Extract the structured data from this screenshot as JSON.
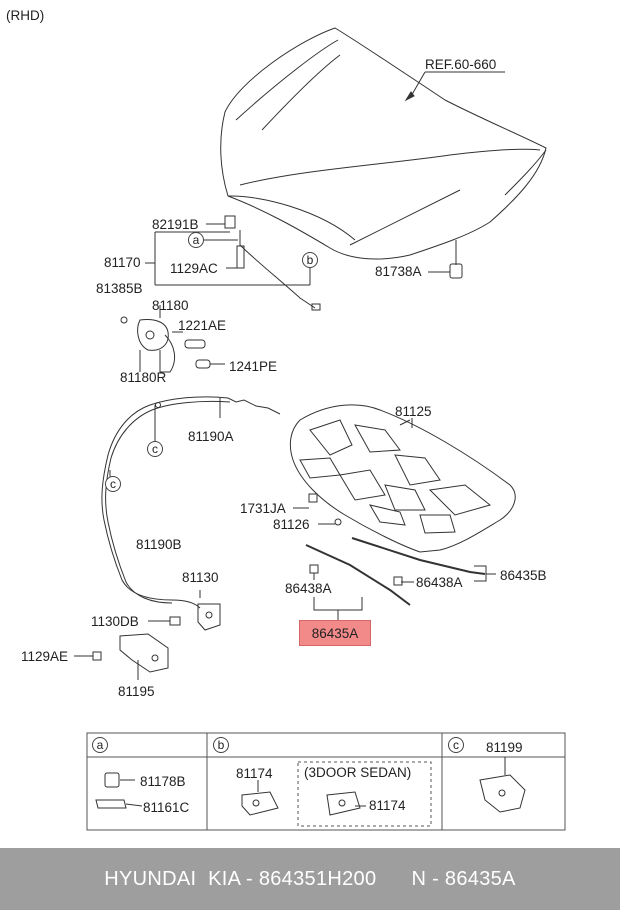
{
  "variant": "(RHD)",
  "ref": "REF.60-660",
  "labels": {
    "p82191B": "82191B",
    "p81170": "81170",
    "p1129AC": "1129AC",
    "p81738A": "81738A",
    "p81385B": "81385B",
    "p81180": "81180",
    "p1221AE": "1221AE",
    "p81180R": "81180R",
    "p1241PE": "1241PE",
    "p81190A": "81190A",
    "p81125": "81125",
    "p1731JA": "1731JA",
    "p81126": "81126",
    "p81190B": "81190B",
    "p86438A_left": "86438A",
    "p86438A_right": "86438A",
    "p86435B": "86435B",
    "p81130": "81130",
    "p1130DB": "1130DB",
    "p1129AE": "1129AE",
    "p81195": "81195",
    "p86435A": "86435A"
  },
  "callouts": {
    "a": "a",
    "b": "b",
    "c": "c"
  },
  "table": {
    "a": {
      "key": "a",
      "items": [
        "81178B",
        "81161C"
      ]
    },
    "b": {
      "key": "b",
      "item_left": "81174",
      "group_title": "(3DOOR SEDAN)",
      "item_right": "81174"
    },
    "c": {
      "key": "c",
      "item": "81199"
    }
  },
  "footer": "HYUNDAI  KIA - 864351H200      N - 86435A"
}
